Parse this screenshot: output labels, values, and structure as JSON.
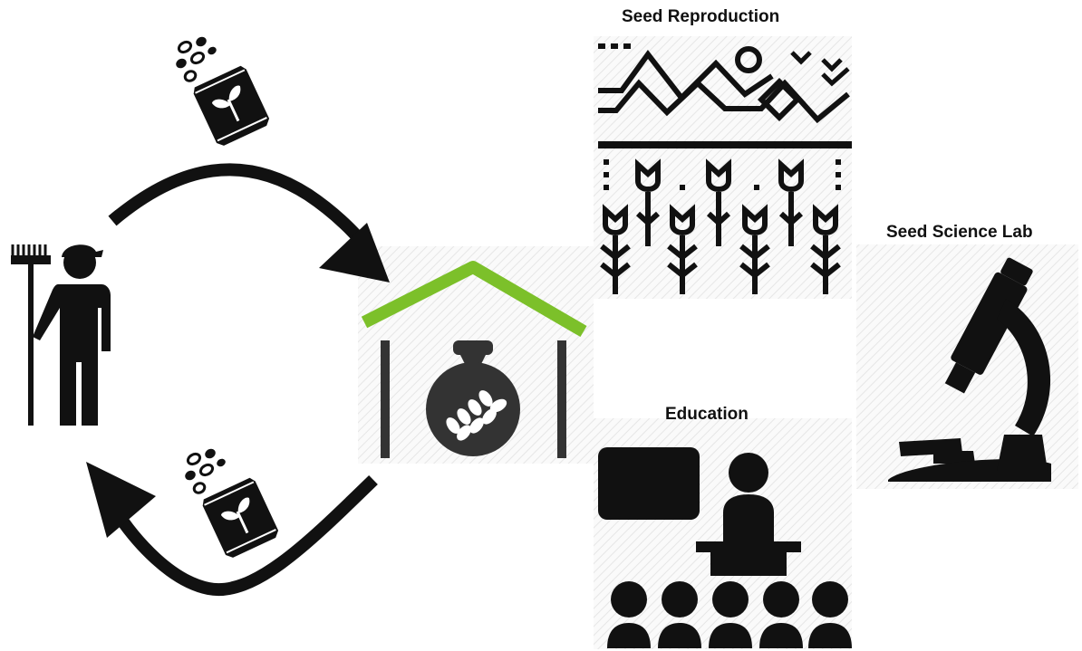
{
  "labels": {
    "seed_reproduction": "Seed Reproduction",
    "education": "Education",
    "seed_science_lab": "Seed Science Lab"
  },
  "colors": {
    "icon": "#111111",
    "icon_dark": "#333333",
    "roof": "#7cc02a",
    "hatch": "#e4e4e4"
  },
  "icons": {
    "farmer": "farmer-with-rake-icon",
    "seed_packet_top": "seed-packet-icon",
    "seed_packet_bottom": "seed-packet-icon",
    "seed_bank": "seed-bank-house-icon",
    "seed_reproduction": "crop-field-icon",
    "education": "classroom-icon",
    "lab": "microscope-icon"
  }
}
